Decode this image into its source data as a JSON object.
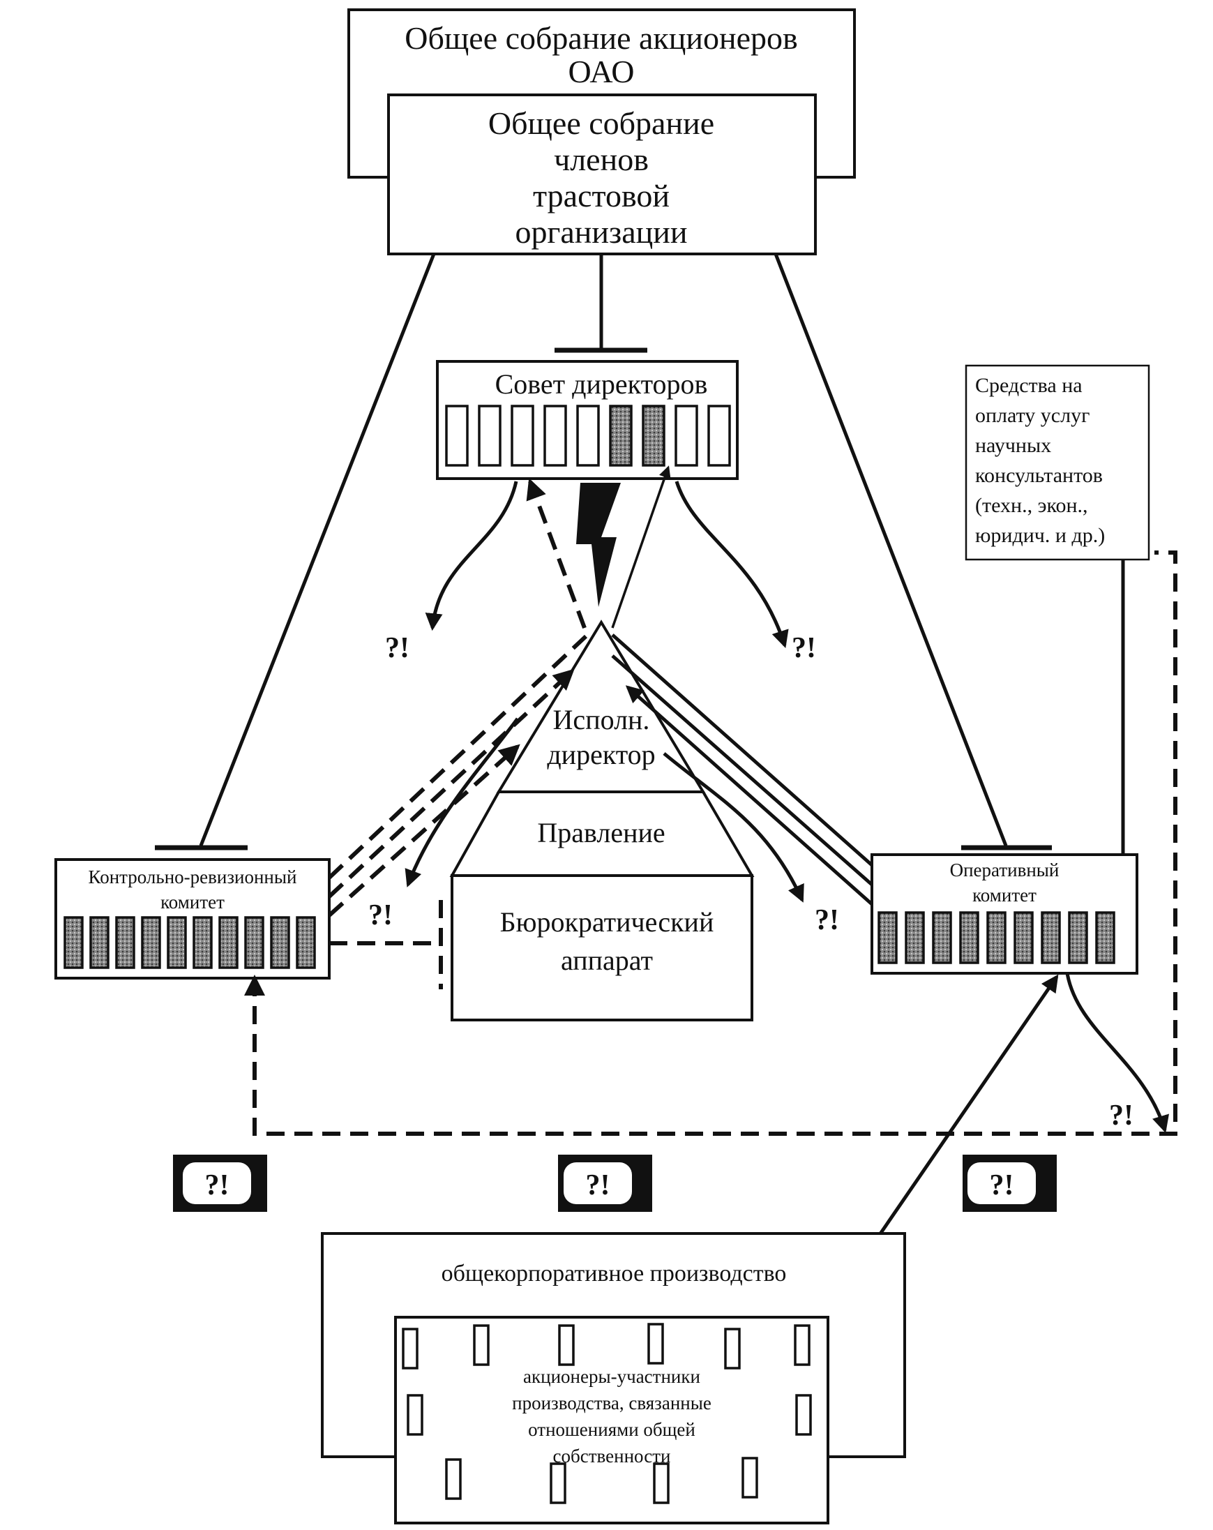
{
  "shareholders_meeting": {
    "line1": "Общее собрание акционеров",
    "line2": "ОАО"
  },
  "trust_meeting": {
    "lines": [
      "Общее собрание",
      "членов",
      "трастовой",
      "организации"
    ]
  },
  "board": {
    "title": "Совет директоров",
    "cells": 9,
    "dark_cells": [
      6,
      7
    ]
  },
  "consultants_funds": {
    "lines": [
      "Средства на",
      "оплату услуг",
      "научных",
      "консультантов",
      "(техн., экон.,",
      "юридич. и др.)"
    ]
  },
  "executive_director": {
    "lines": [
      "Исполн.",
      "директор"
    ]
  },
  "management_board": {
    "label": "Правление"
  },
  "bureaucracy": {
    "lines": [
      "Бюрократический",
      "аппарат"
    ]
  },
  "audit_committee": {
    "lines": [
      "Контрольно-ревизионный",
      "комитет"
    ],
    "cells": 10
  },
  "operative_committee": {
    "lines": [
      "Оперативный",
      "комитет"
    ],
    "cells": 9
  },
  "question_mark": "?!",
  "production": {
    "title": "общекорпоративное производство",
    "inner_lines": [
      "акционеры-участники",
      "производства, связанные",
      "отношениями общей",
      "собственности"
    ]
  }
}
